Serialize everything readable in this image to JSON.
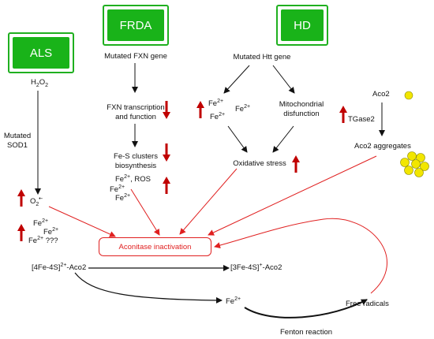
{
  "diseases": {
    "als": "ALS",
    "frda": "FRDA",
    "hd": "HD"
  },
  "als": {
    "h2o2_main": "H",
    "h2o2_sub1": "2",
    "h2o2_mid": "O",
    "h2o2_sub2": "2",
    "mutated": "Mutated",
    "sod1": "SOD1",
    "o2": "O",
    "o2_sub": "2",
    "o2_sup": "•-",
    "fe_a": "Fe",
    "fe_a_sup": "2+",
    "fe_b": "Fe",
    "fe_b_sup": "2+",
    "fe_c": "Fe",
    "fe_c_sup": "2+",
    "qqq": " ???"
  },
  "frda": {
    "gene": "Mutated FXN gene",
    "transcription_1": "FXN transcription",
    "transcription_2": "and function",
    "fes_1": "Fe-S clusters",
    "fes_2": "biosynthesis",
    "fe_ros": "Fe",
    "fe_ros_sup": "2+",
    "ros": ", ROS",
    "fe_b": "Fe",
    "fe_b_sup": "2+",
    "fe_c": "Fe",
    "fe_c_sup": "2+"
  },
  "hd": {
    "gene": "Mutated Htt gene",
    "fe_a": "Fe",
    "fe_a_sup": "2+",
    "fe_b": "Fe",
    "fe_b_sup": "2+",
    "fe_c": "Fe",
    "fe_c_sup": "2+",
    "mito_1": "Mitochondrial",
    "mito_2": "disfunction",
    "oxidative": "Oxidative stress"
  },
  "aco2": {
    "label": "Aco2",
    "tgase2": "TGase2",
    "aggregates": "Aco2 aggregates"
  },
  "center": {
    "aconitase": "Aconitase inactivation",
    "cluster4_pre": "[4Fe-4S]",
    "cluster4_sup": "2+",
    "cluster4_post": "-Aco2",
    "cluster3_pre": "[3Fe-4S]",
    "cluster3_sup": "+",
    "cluster3_post": "-Aco2",
    "fe2": "Fe",
    "fe2_sup": "2+",
    "free_radicals": "Free radicals",
    "fenton": "Fenton reaction"
  },
  "colors": {
    "green": "#19b319",
    "red": "#e02020",
    "dark_red": "#c00000",
    "aggregate_yellow": "#f2e600"
  },
  "icons": [
    "up-arrow-icon",
    "down-arrow-icon",
    "aco2-monomer-icon",
    "aco2-aggregate-icon"
  ]
}
